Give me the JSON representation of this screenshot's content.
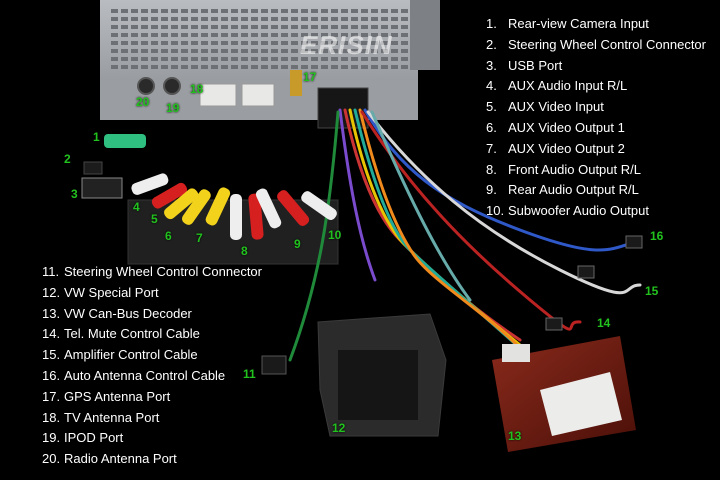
{
  "brand": "ERISIN",
  "legend_top": [
    {
      "num": "1.",
      "label": "Rear-view Camera Input"
    },
    {
      "num": "2.",
      "label": "Steering Wheel Control Connector"
    },
    {
      "num": "3.",
      "label": "USB Port"
    },
    {
      "num": "4.",
      "label": "AUX Audio Input R/L"
    },
    {
      "num": "5.",
      "label": "AUX Video Input"
    },
    {
      "num": "6.",
      "label": "AUX Video Output 1"
    },
    {
      "num": "7.",
      "label": "AUX Video Output 2"
    },
    {
      "num": "8.",
      "label": "Front Audio Output R/L"
    },
    {
      "num": "9.",
      "label": "Rear Audio Output R/L"
    },
    {
      "num": "10.",
      "label": "Subwoofer Audio Output"
    }
  ],
  "legend_bottom": [
    {
      "num": "11.",
      "label": "Steering Wheel Control Connector"
    },
    {
      "num": "12.",
      "label": "VW Special Port"
    },
    {
      "num": "13.",
      "label": "VW Can-Bus Decoder"
    },
    {
      "num": "14.",
      "label": "Tel. Mute Control Cable"
    },
    {
      "num": "15.",
      "label": "Amplifier Control Cable"
    },
    {
      "num": "16.",
      "label": "Auto Antenna Control Cable"
    },
    {
      "num": "17.",
      "label": "GPS Antenna Port"
    },
    {
      "num": "18.",
      "label": "TV Antenna Port"
    },
    {
      "num": "19.",
      "label": "IPOD Port"
    },
    {
      "num": "20.",
      "label": "Radio Antenna Port"
    }
  ],
  "callouts": {
    "c1": "1",
    "c2": "2",
    "c3": "3",
    "c4": "4",
    "c5": "5",
    "c6": "6",
    "c7": "7",
    "c8": "8",
    "c9": "9",
    "c10": "10",
    "c11": "11",
    "c12": "12",
    "c13": "13",
    "c14": "14",
    "c15": "15",
    "c16": "16",
    "c17": "17",
    "c18": "18",
    "c19": "19",
    "c20": "20"
  },
  "colors": {
    "callout": "#22c21e",
    "legend_text": "#ffffff",
    "background": "#000000",
    "decoder_box": "#6e1a12"
  }
}
